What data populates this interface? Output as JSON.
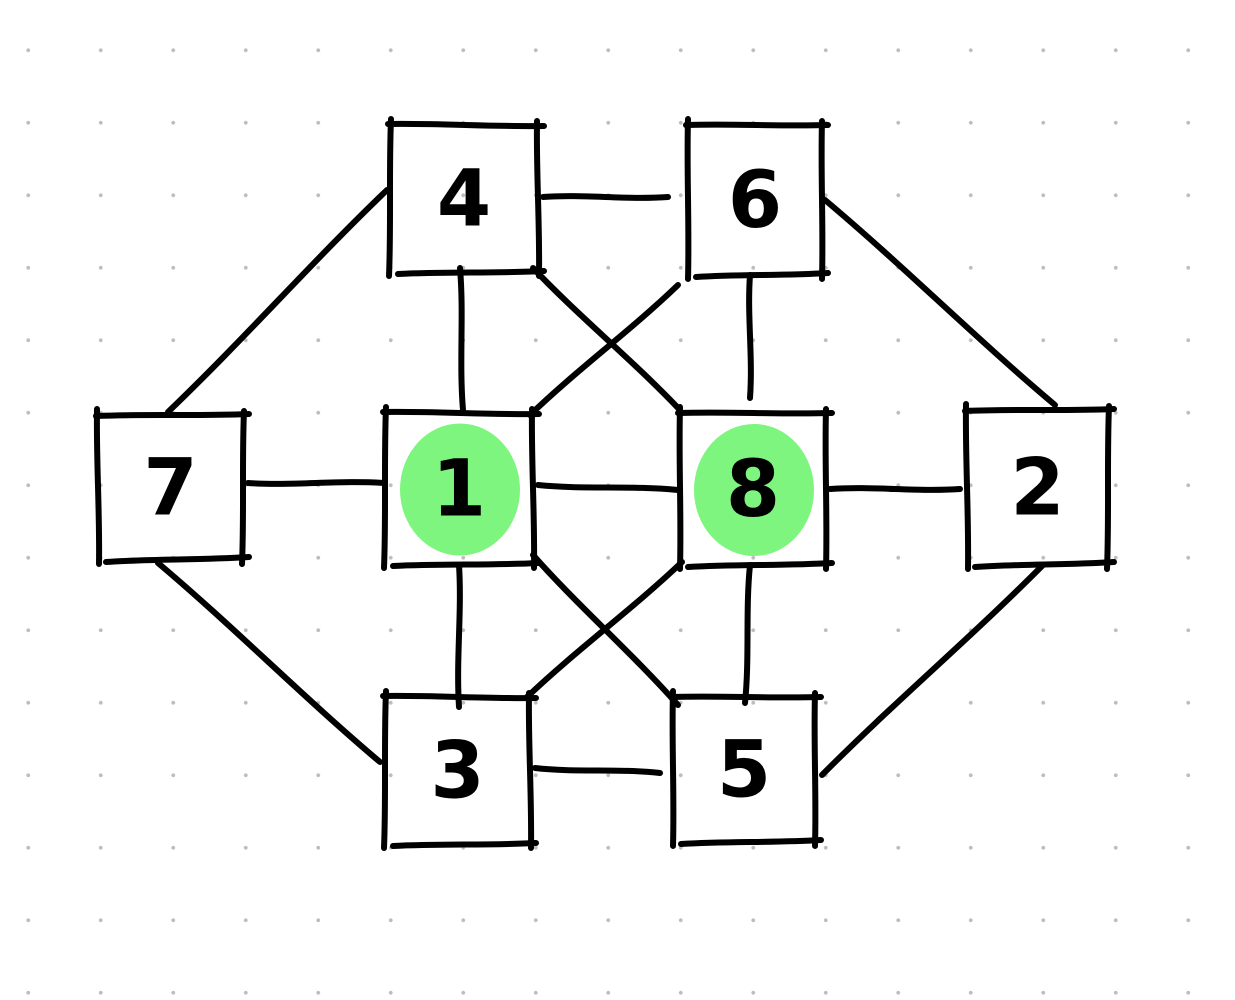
{
  "highlight_color": "#7ef57e",
  "nodes": [
    {
      "id": "n4",
      "label": "4",
      "highlighted": false
    },
    {
      "id": "n6",
      "label": "6",
      "highlighted": false
    },
    {
      "id": "n7",
      "label": "7",
      "highlighted": false
    },
    {
      "id": "n1",
      "label": "1",
      "highlighted": true
    },
    {
      "id": "n8",
      "label": "8",
      "highlighted": true
    },
    {
      "id": "n2",
      "label": "2",
      "highlighted": false
    },
    {
      "id": "n3",
      "label": "3",
      "highlighted": false
    },
    {
      "id": "n5",
      "label": "5",
      "highlighted": false
    }
  ],
  "edges": [
    [
      "4",
      "6"
    ],
    [
      "4",
      "7"
    ],
    [
      "4",
      "1"
    ],
    [
      "4",
      "8"
    ],
    [
      "6",
      "2"
    ],
    [
      "6",
      "8"
    ],
    [
      "6",
      "1"
    ],
    [
      "7",
      "1"
    ],
    [
      "7",
      "3"
    ],
    [
      "1",
      "8"
    ],
    [
      "1",
      "3"
    ],
    [
      "1",
      "5"
    ],
    [
      "8",
      "2"
    ],
    [
      "8",
      "5"
    ],
    [
      "8",
      "3"
    ],
    [
      "3",
      "5"
    ],
    [
      "5",
      "2"
    ]
  ]
}
